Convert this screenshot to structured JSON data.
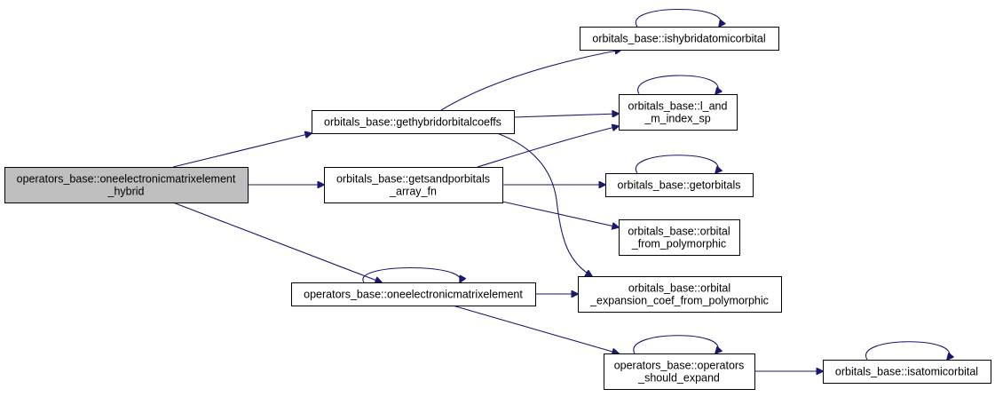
{
  "diagram": {
    "style": {
      "edge_color": "#191970",
      "node_fill": "#ffffff",
      "root_fill": "#bfbfbf",
      "node_border": "#000000"
    },
    "nodes": [
      {
        "id": "root",
        "lines": [
          "operators_base::oneelectronicmatrixelement",
          "_hybrid"
        ],
        "root": true,
        "clickable": false
      },
      {
        "id": "gethybrid",
        "lines": [
          "orbitals_base::gethybridorbitalcoeffs"
        ]
      },
      {
        "id": "getsandp",
        "lines": [
          "orbitals_base::getsandporbitals",
          "_array_fn"
        ]
      },
      {
        "id": "onee",
        "lines": [
          "operators_base::oneelectronicmatrixelement"
        ]
      },
      {
        "id": "ishybrid",
        "lines": [
          "orbitals_base::ishybridatomicorbital"
        ]
      },
      {
        "id": "lm",
        "lines": [
          "orbitals_base::l_and",
          "_m_index_sp"
        ]
      },
      {
        "id": "getorbitals",
        "lines": [
          "orbitals_base::getorbitals"
        ]
      },
      {
        "id": "orbfrompoly",
        "lines": [
          "orbitals_base::orbital",
          "_from_polymorphic"
        ]
      },
      {
        "id": "orbexp",
        "lines": [
          "orbitals_base::orbital",
          "_expansion_coef_from_polymorphic"
        ]
      },
      {
        "id": "opshould",
        "lines": [
          "operators_base::operators",
          "_should_expand"
        ]
      },
      {
        "id": "isatomic",
        "lines": [
          "orbitals_base::isatomicorbital"
        ]
      }
    ],
    "edges": [
      {
        "from": "root",
        "to": "gethybrid"
      },
      {
        "from": "root",
        "to": "getsandp"
      },
      {
        "from": "root",
        "to": "onee"
      },
      {
        "from": "gethybrid",
        "to": "ishybrid"
      },
      {
        "from": "gethybrid",
        "to": "lm"
      },
      {
        "from": "gethybrid",
        "to": "orbexp"
      },
      {
        "from": "getsandp",
        "to": "lm"
      },
      {
        "from": "getsandp",
        "to": "getorbitals"
      },
      {
        "from": "getsandp",
        "to": "orbfrompoly"
      },
      {
        "from": "onee",
        "to": "onee"
      },
      {
        "from": "onee",
        "to": "orbexp"
      },
      {
        "from": "onee",
        "to": "opshould"
      },
      {
        "from": "ishybrid",
        "to": "ishybrid"
      },
      {
        "from": "lm",
        "to": "lm"
      },
      {
        "from": "getorbitals",
        "to": "getorbitals"
      },
      {
        "from": "opshould",
        "to": "opshould"
      },
      {
        "from": "opshould",
        "to": "isatomic"
      },
      {
        "from": "isatomic",
        "to": "isatomic"
      }
    ]
  }
}
